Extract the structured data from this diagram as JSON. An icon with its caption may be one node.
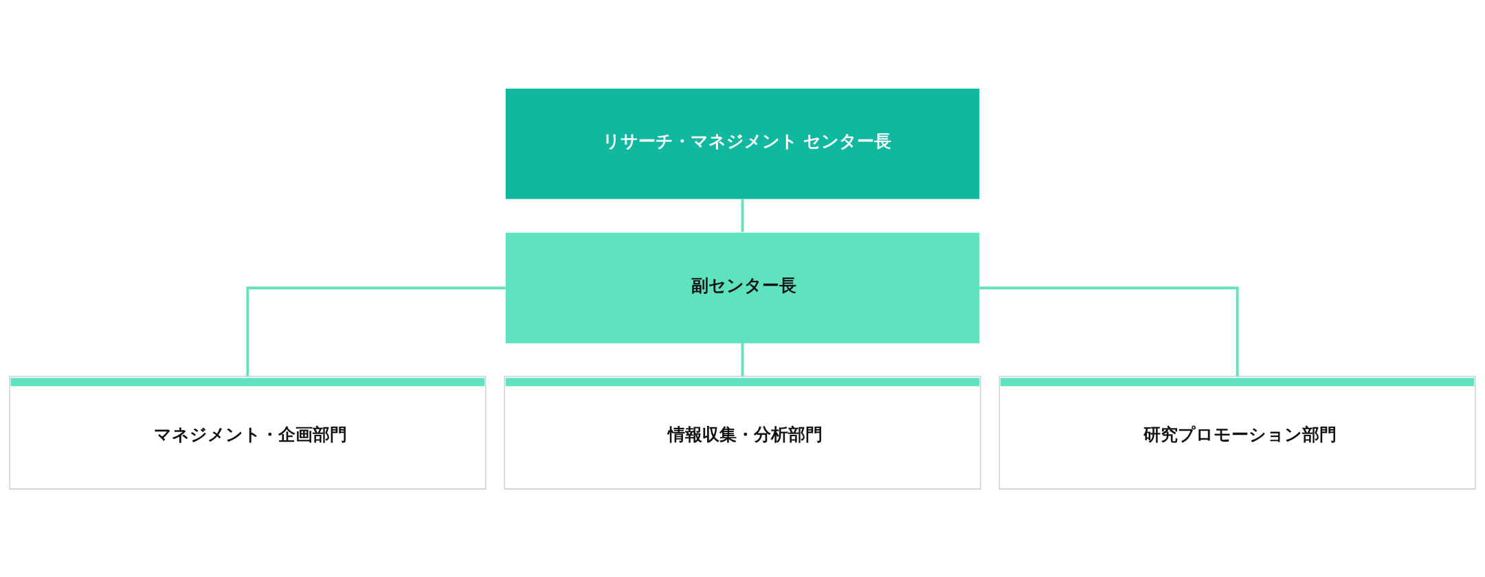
{
  "diagram": {
    "nodes": [
      {
        "text": [
          "リサーチ・マネジメント センター長"
        ]
      },
      {
        "text": [
          "副センター長"
        ]
      },
      {
        "text": [
          "マネジメント・企画部門"
        ]
      },
      {
        "text": [
          "情報収集・分析部門"
        ]
      },
      {
        "text": [
          "研究プロモーション部門"
        ]
      }
    ],
    "edges": [
      {
        "from": 0,
        "to": 1,
        "arrow": "none"
      },
      {
        "from": 1,
        "to": 2,
        "arrow": "none"
      },
      {
        "from": 1,
        "to": 3,
        "arrow": "none"
      },
      {
        "from": 1,
        "to": 4,
        "arrow": "none"
      }
    ]
  }
}
